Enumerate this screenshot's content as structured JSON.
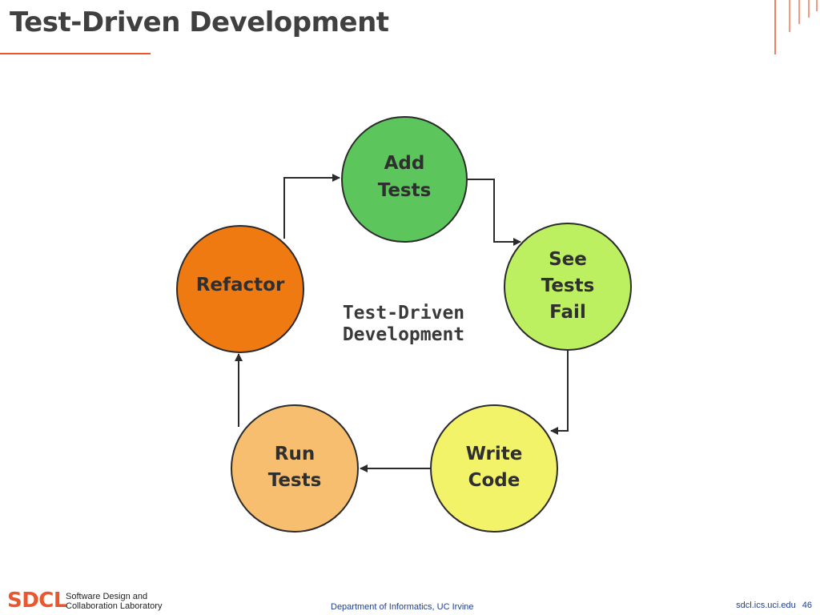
{
  "slide": {
    "title": "Test-Driven Development"
  },
  "diagram": {
    "center_title_line1": "Test-Driven",
    "center_title_line2": "Development",
    "nodes": [
      {
        "id": "add-tests",
        "lines": [
          "Add",
          "Tests"
        ],
        "color": "#5cc55c"
      },
      {
        "id": "see-tests-fail",
        "lines": [
          "See",
          "Tests",
          "Fail"
        ],
        "color": "#bdf060"
      },
      {
        "id": "write-code",
        "lines": [
          "Write",
          "Code"
        ],
        "color": "#f3f36a"
      },
      {
        "id": "run-tests",
        "lines": [
          "Run",
          "Tests"
        ],
        "color": "#f6be6e"
      },
      {
        "id": "refactor",
        "lines": [
          "Refactor"
        ],
        "color": "#ef7a12"
      }
    ],
    "stroke_color": "#2b2b2b"
  },
  "footer": {
    "logo": "SDCL",
    "lab_line1": "Software Design and",
    "lab_line2": "Collaboration Laboratory",
    "department": "Department of Informatics, UC Irvine",
    "site": "sdcl.ics.uci.edu",
    "page_number": "46"
  },
  "colors": {
    "accent": "#e8572e",
    "title": "#404040",
    "footer_link": "#1f3f8f"
  }
}
